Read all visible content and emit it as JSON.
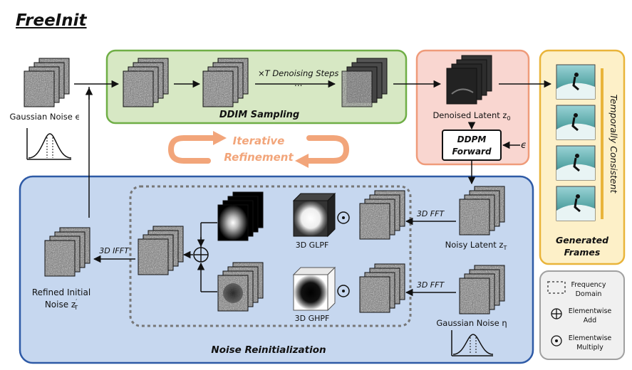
{
  "title": "FreeInit",
  "stages": {
    "ddim": "DDIM Sampling",
    "denoising_steps": "×T Denoising Steps",
    "ellipsis": "...",
    "iterative_refinement": [
      "Iterative",
      "Refinement"
    ],
    "noise_reinit": "Noise Reinitialization",
    "ddpm": [
      "DDPM",
      "Forward"
    ],
    "epsilon": "ϵ"
  },
  "labels": {
    "gaussian_noise_eps": "Gaussian Noise ϵ",
    "denoised_latent": "Denoised Latent z",
    "denoised_latent_sub": "0",
    "noisy_latent": "Noisy Latent z",
    "noisy_latent_sub": "T",
    "gaussian_noise_eta": "Gaussian Noise η",
    "refined_1": "Refined Initial",
    "refined_2": "Noise z",
    "refined_sub": "T",
    "refined_prime": "′",
    "glpf": "3D GLPF",
    "ghpf": "3D GHPF",
    "fft": "3D FFT",
    "ifft": "3D IFFT",
    "generated": [
      "Generated",
      "Frames"
    ],
    "temporally_consistent": "Temporally Consistent"
  },
  "legend": {
    "frequency": [
      "Frequency",
      "Domain"
    ],
    "add": [
      "Elementwise",
      "Add"
    ],
    "multiply": [
      "Elementwise",
      "Multiply"
    ]
  },
  "colors": {
    "ddim_fill": "#d7e8c4",
    "ddim_stroke": "#6fae46",
    "ddpm_fill": "#f9d6d0",
    "ddpm_stroke": "#ef9b7a",
    "gen_fill": "#fdf0c8",
    "gen_stroke": "#e9b43a",
    "reinit_fill": "#c6d7ef",
    "reinit_stroke": "#2e5aa6",
    "refine_arrow": "#f2a57a",
    "legend_fill": "#f0f0f0",
    "legend_stroke": "#a0a0a0"
  }
}
